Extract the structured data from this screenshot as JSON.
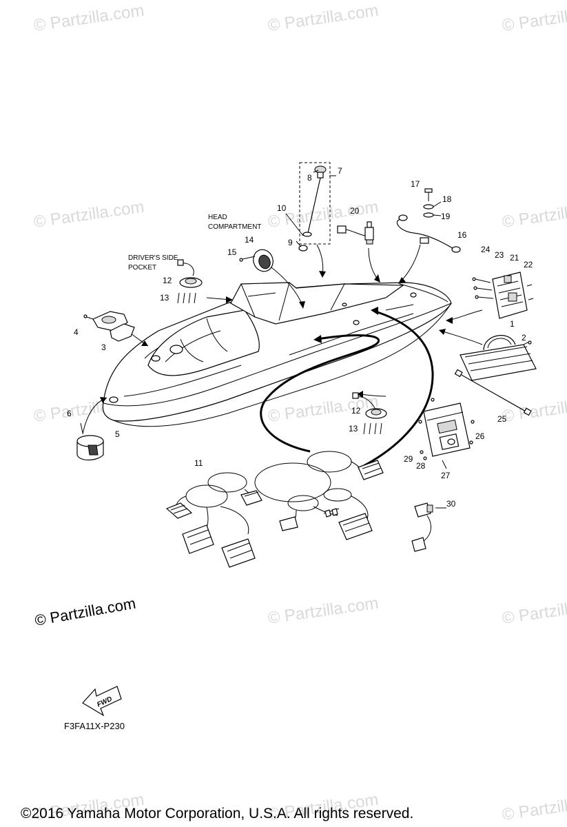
{
  "watermark_text": "© Partzilla.com",
  "copyright_badge": "© Partzilla.com",
  "diagram_code": "F3FA11X-P230",
  "fwd_label": "FWD",
  "labels": {
    "head_compartment_line1": "HEAD",
    "head_compartment_line2": "COMPARTMENT",
    "drivers_pocket_line1": "DRIVER'S SIDE",
    "drivers_pocket_line2": "POCKET"
  },
  "callouts": {
    "c1": "1",
    "c2": "2",
    "c3": "3",
    "c4": "4",
    "c5": "5",
    "c6": "6",
    "c7": "7",
    "c8": "8",
    "c9": "9",
    "c10": "10",
    "c11": "11",
    "c12a": "12",
    "c12b": "12",
    "c13a": "13",
    "c13b": "13",
    "c14": "14",
    "c15": "15",
    "c16": "16",
    "c17": "17",
    "c18": "18",
    "c19": "19",
    "c20": "20",
    "c21": "21",
    "c22": "22",
    "c23": "23",
    "c24": "24",
    "c25": "25",
    "c26": "26",
    "c27": "27",
    "c28": "28",
    "c29": "29",
    "c30": "30"
  },
  "footer": "©2016 Yamaha Motor Corporation, U.S.A. All rights reserved."
}
